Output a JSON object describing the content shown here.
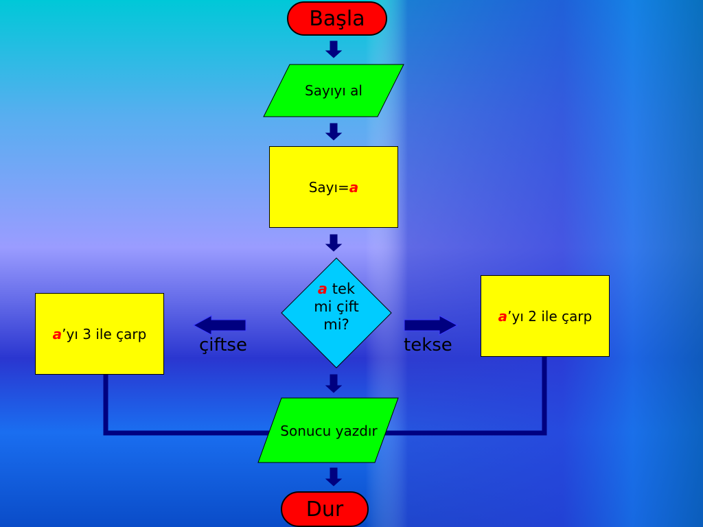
{
  "flowchart": {
    "start": "Başla",
    "input": "Sayıyı al",
    "assign": {
      "prefix": "Sayı=",
      "var": "a"
    },
    "decision": {
      "var": "a",
      "line1": " tek",
      "line2": "mi çift",
      "line3": "mi?"
    },
    "branch_even": {
      "label": "çiftse",
      "var": "a",
      "text": "’yı 3 ile çarp"
    },
    "branch_odd": {
      "label": "tekse",
      "var": "a",
      "text": "’yı 2 ile çarp"
    },
    "output": "Sonucu yazdır",
    "end": "Dur"
  },
  "colors": {
    "terminal": "#ff0000",
    "io": "#00ff00",
    "process": "#ffff00",
    "decision": "#00ccff",
    "arrow": "#000080",
    "connector": "#000080",
    "variable": "#ff0000"
  }
}
